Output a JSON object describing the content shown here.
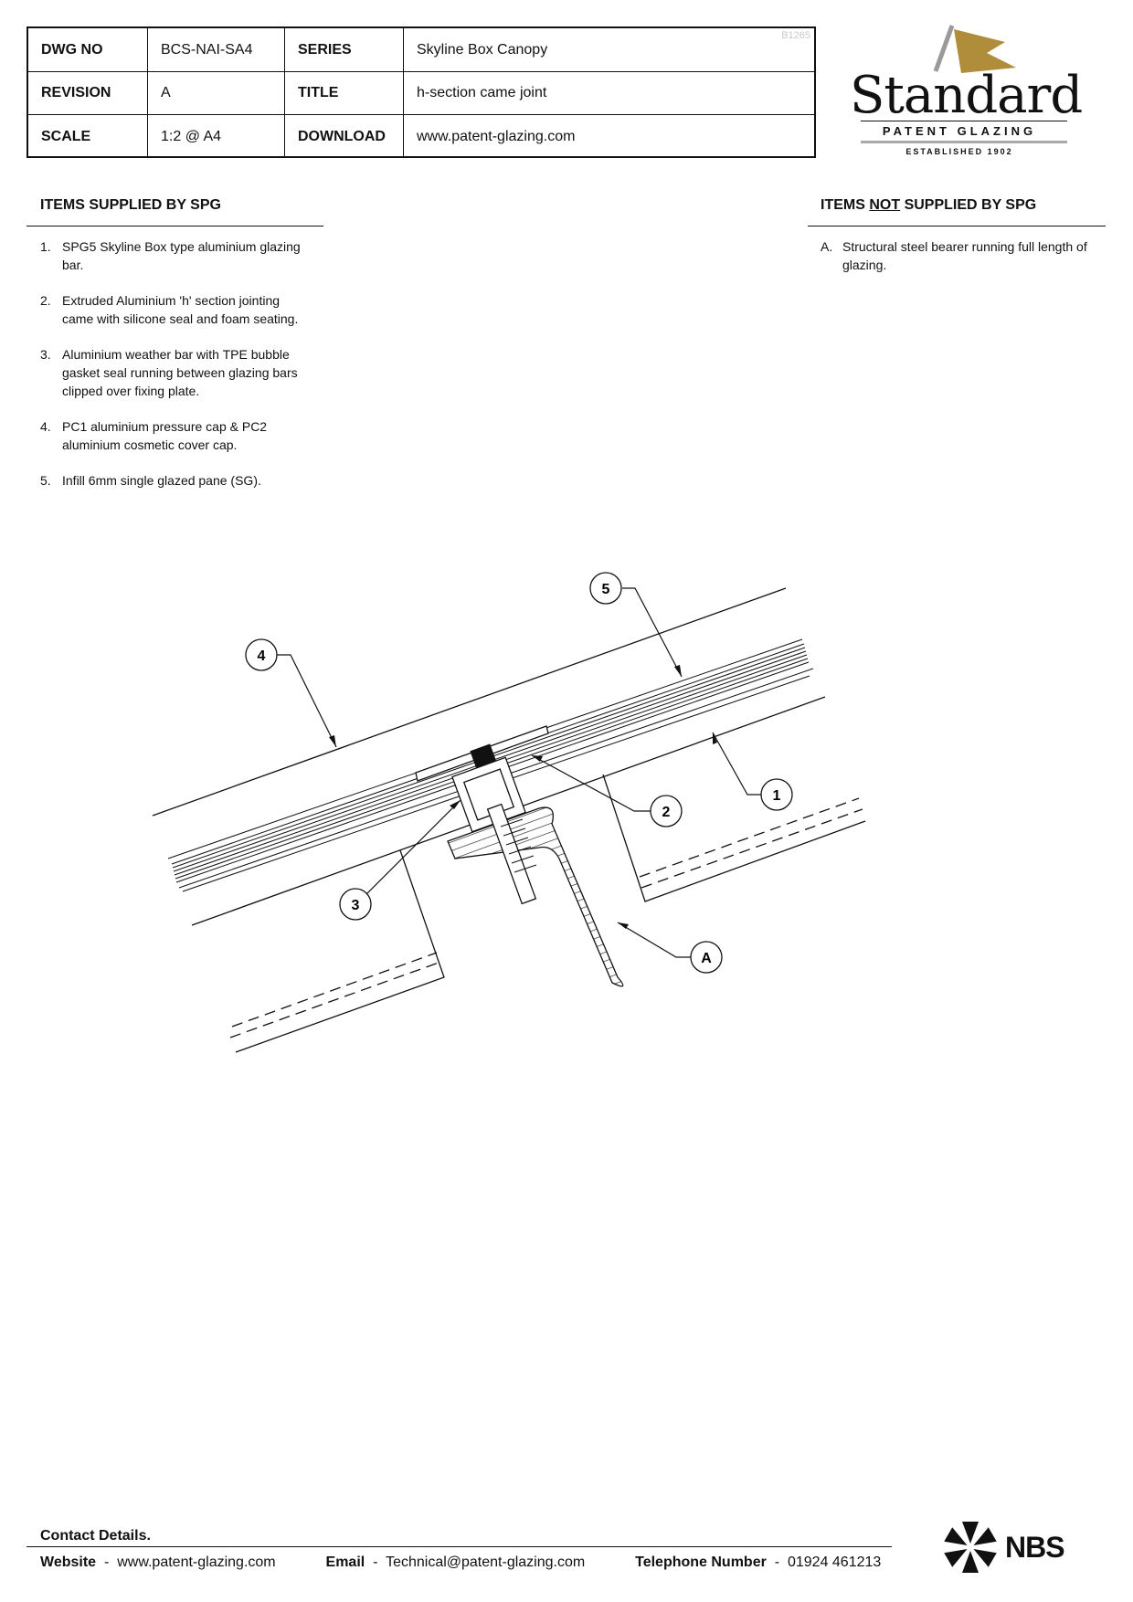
{
  "title_block": {
    "dwg_no_label": "DWG NO",
    "dwg_no": "BCS-NAI-SA4",
    "series_label": "SERIES",
    "series": "Skyline Box Canopy",
    "revision_label": "REVISION",
    "revision": "A",
    "title_label": "TITLE",
    "title": "h-section came joint",
    "scale_label": "SCALE",
    "scale": "1:2 @ A4",
    "download_label": "DOWNLOAD",
    "download": "www.patent-glazing.com",
    "ref": "B1265"
  },
  "logo": {
    "word": "Standard",
    "sub": "PATENT GLAZING",
    "est": "ESTABLISHED 1902",
    "flag_color": "#b08d3a",
    "pole_color": "#9a9a9a"
  },
  "supplied": {
    "heading": "ITEMS SUPPLIED BY SPG",
    "items": [
      {
        "num": "1.",
        "text": "SPG5 Skyline Box type aluminium glazing bar."
      },
      {
        "num": "2.",
        "text": "Extruded Aluminium 'h' section jointing came with silicone seal and foam seating."
      },
      {
        "num": "3.",
        "text": "Aluminium weather bar with TPE bubble gasket seal running between glazing bars clipped over fixing plate."
      },
      {
        "num": "4.",
        "text": "PC1 aluminium pressure cap & PC2 aluminium cosmetic cover cap."
      },
      {
        "num": "5.",
        "text": "Infill 6mm single glazed pane (SG)."
      }
    ]
  },
  "not_supplied": {
    "heading_pre": "ITEMS ",
    "heading_em": "NOT",
    "heading_post": " SUPPLIED BY SPG",
    "items": [
      {
        "num": "A.",
        "text": "Structural steel bearer running full length of glazing."
      }
    ]
  },
  "callouts": {
    "c1": "1",
    "c2": "2",
    "c3": "3",
    "c4": "4",
    "c5": "5",
    "cA": "A"
  },
  "footer": {
    "contact_heading": "Contact Details.",
    "website_label": "Website",
    "website": "www.patent-glazing.com",
    "email_label": "Email",
    "email": "Technical@patent-glazing.com",
    "phone_label": "Telephone Number",
    "phone": "01924 461213",
    "sep": "-",
    "nbs": "NBS"
  }
}
